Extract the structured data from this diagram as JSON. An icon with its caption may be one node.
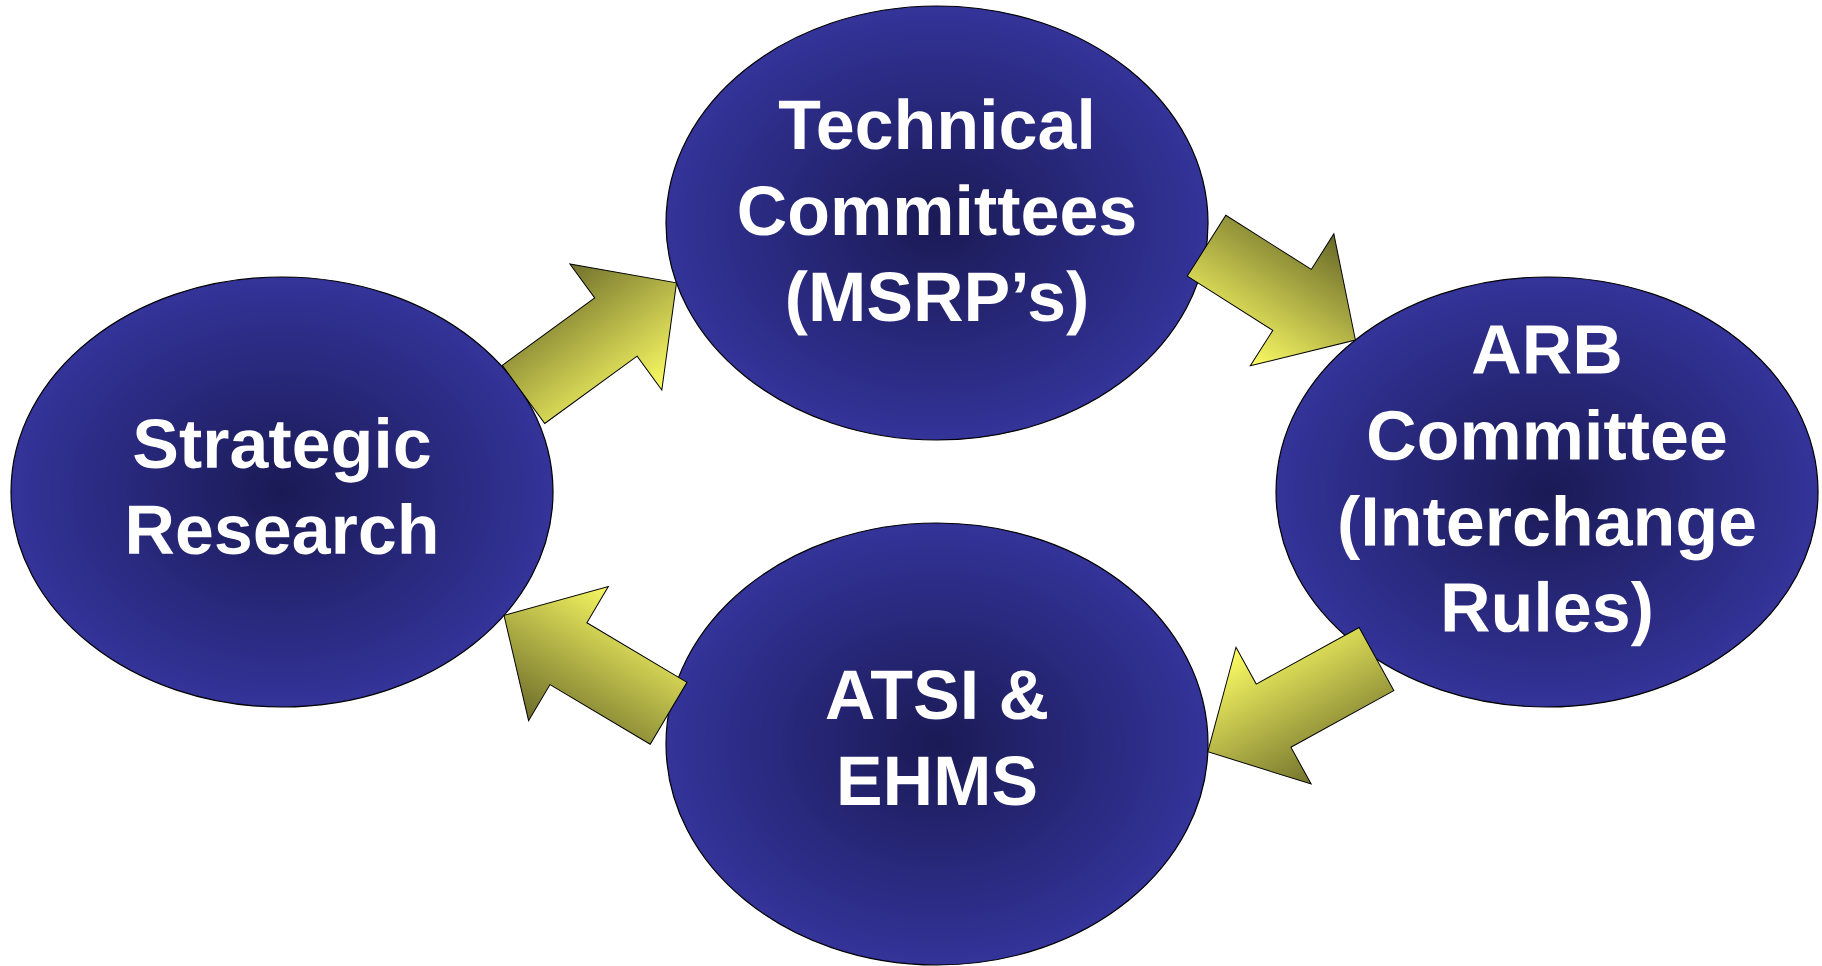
{
  "diagram": {
    "nodes": [
      {
        "text": [
          "Strategic Research"
        ]
      },
      {
        "text": [
          "Technical Committees (MSRP’s)"
        ]
      },
      {
        "text": [
          "ARB Committee (Interchange Rules)"
        ]
      },
      {
        "text": [
          "ATSI & EHMS"
        ]
      }
    ],
    "edges": [
      {
        "from": 0,
        "to": 1,
        "arrow": "to"
      },
      {
        "from": 1,
        "to": 2,
        "arrow": "to"
      },
      {
        "from": 2,
        "to": 3,
        "arrow": "to"
      },
      {
        "from": 3,
        "to": 0,
        "arrow": "to"
      }
    ]
  }
}
